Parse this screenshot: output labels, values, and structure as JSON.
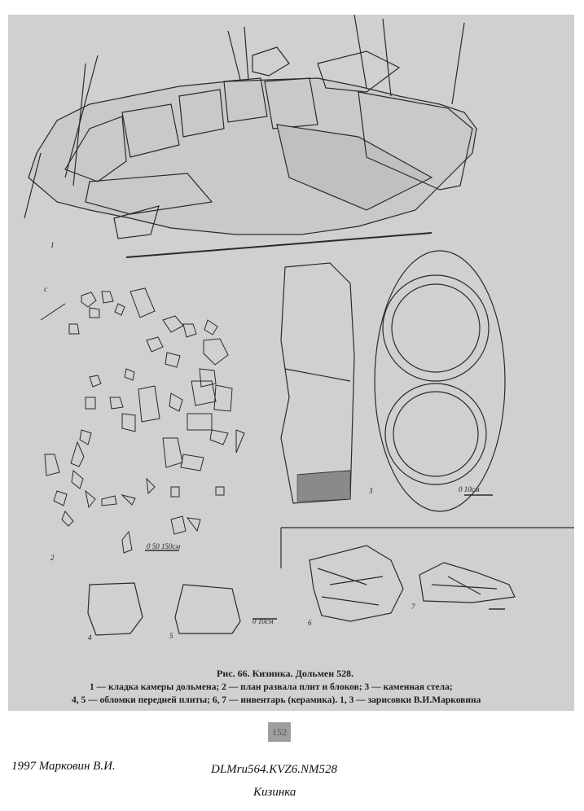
{
  "figure": {
    "title": "Рис. 66. Кизинка. Дольмен 528.",
    "caption_line1": "1 — кладка камеры дольмена; 2 — план развала плит и блоков; 3 — каменная стела;",
    "caption_line2": "4, 5 — обломки передней плиты; 6, 7 — инвентарь (керамика). 1, 3 — зарисовки В.И.Марковина",
    "labels": {
      "l1": "1",
      "l2": "2",
      "l3": "3",
      "l4": "4",
      "l5": "5",
      "l6": "6",
      "l7": "7",
      "c": "с"
    },
    "scales": {
      "plan": "0  50  150см",
      "stela": "0   10см",
      "fragments": "0   10см"
    }
  },
  "page_number": "152",
  "footer": {
    "author": "1997 Марковин В.И.",
    "code": "DLMru564.KVZ6.NM528",
    "place": "Кизинка"
  }
}
